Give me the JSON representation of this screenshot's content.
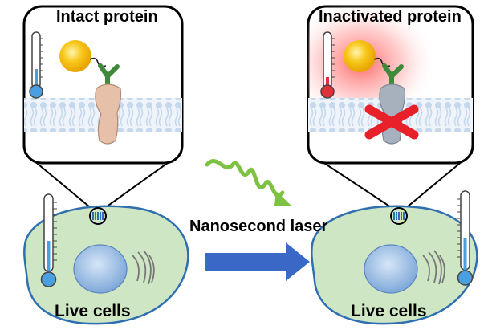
{
  "panels": {
    "left_title": "Intact protein",
    "right_title": "Inactivated protein"
  },
  "laser": {
    "label": "Nanosecond laser"
  },
  "cells": {
    "left_label": "Live cells",
    "right_label": "Live cells"
  },
  "icons": [
    "thermometer-icon",
    "nanoparticle-icon",
    "laser-wave-icon",
    "arrow-right-icon",
    "cross-mark-icon"
  ],
  "colors": {
    "cell_fill": "#cfe6c4",
    "cell_outline": "#2f6fb0",
    "nucleus": "#8db4e0",
    "membrane": "#c5d8ec",
    "nanoparticle": "#f5b800",
    "ligand": "#3f8a3a",
    "intact_protein": "#e6c0a8",
    "inactive_protein": "#a7b0bd",
    "cross": "#e8202a",
    "laser": "#7dc242",
    "arrow": "#3a68c7",
    "heat_glow": "#ff4b4b"
  }
}
